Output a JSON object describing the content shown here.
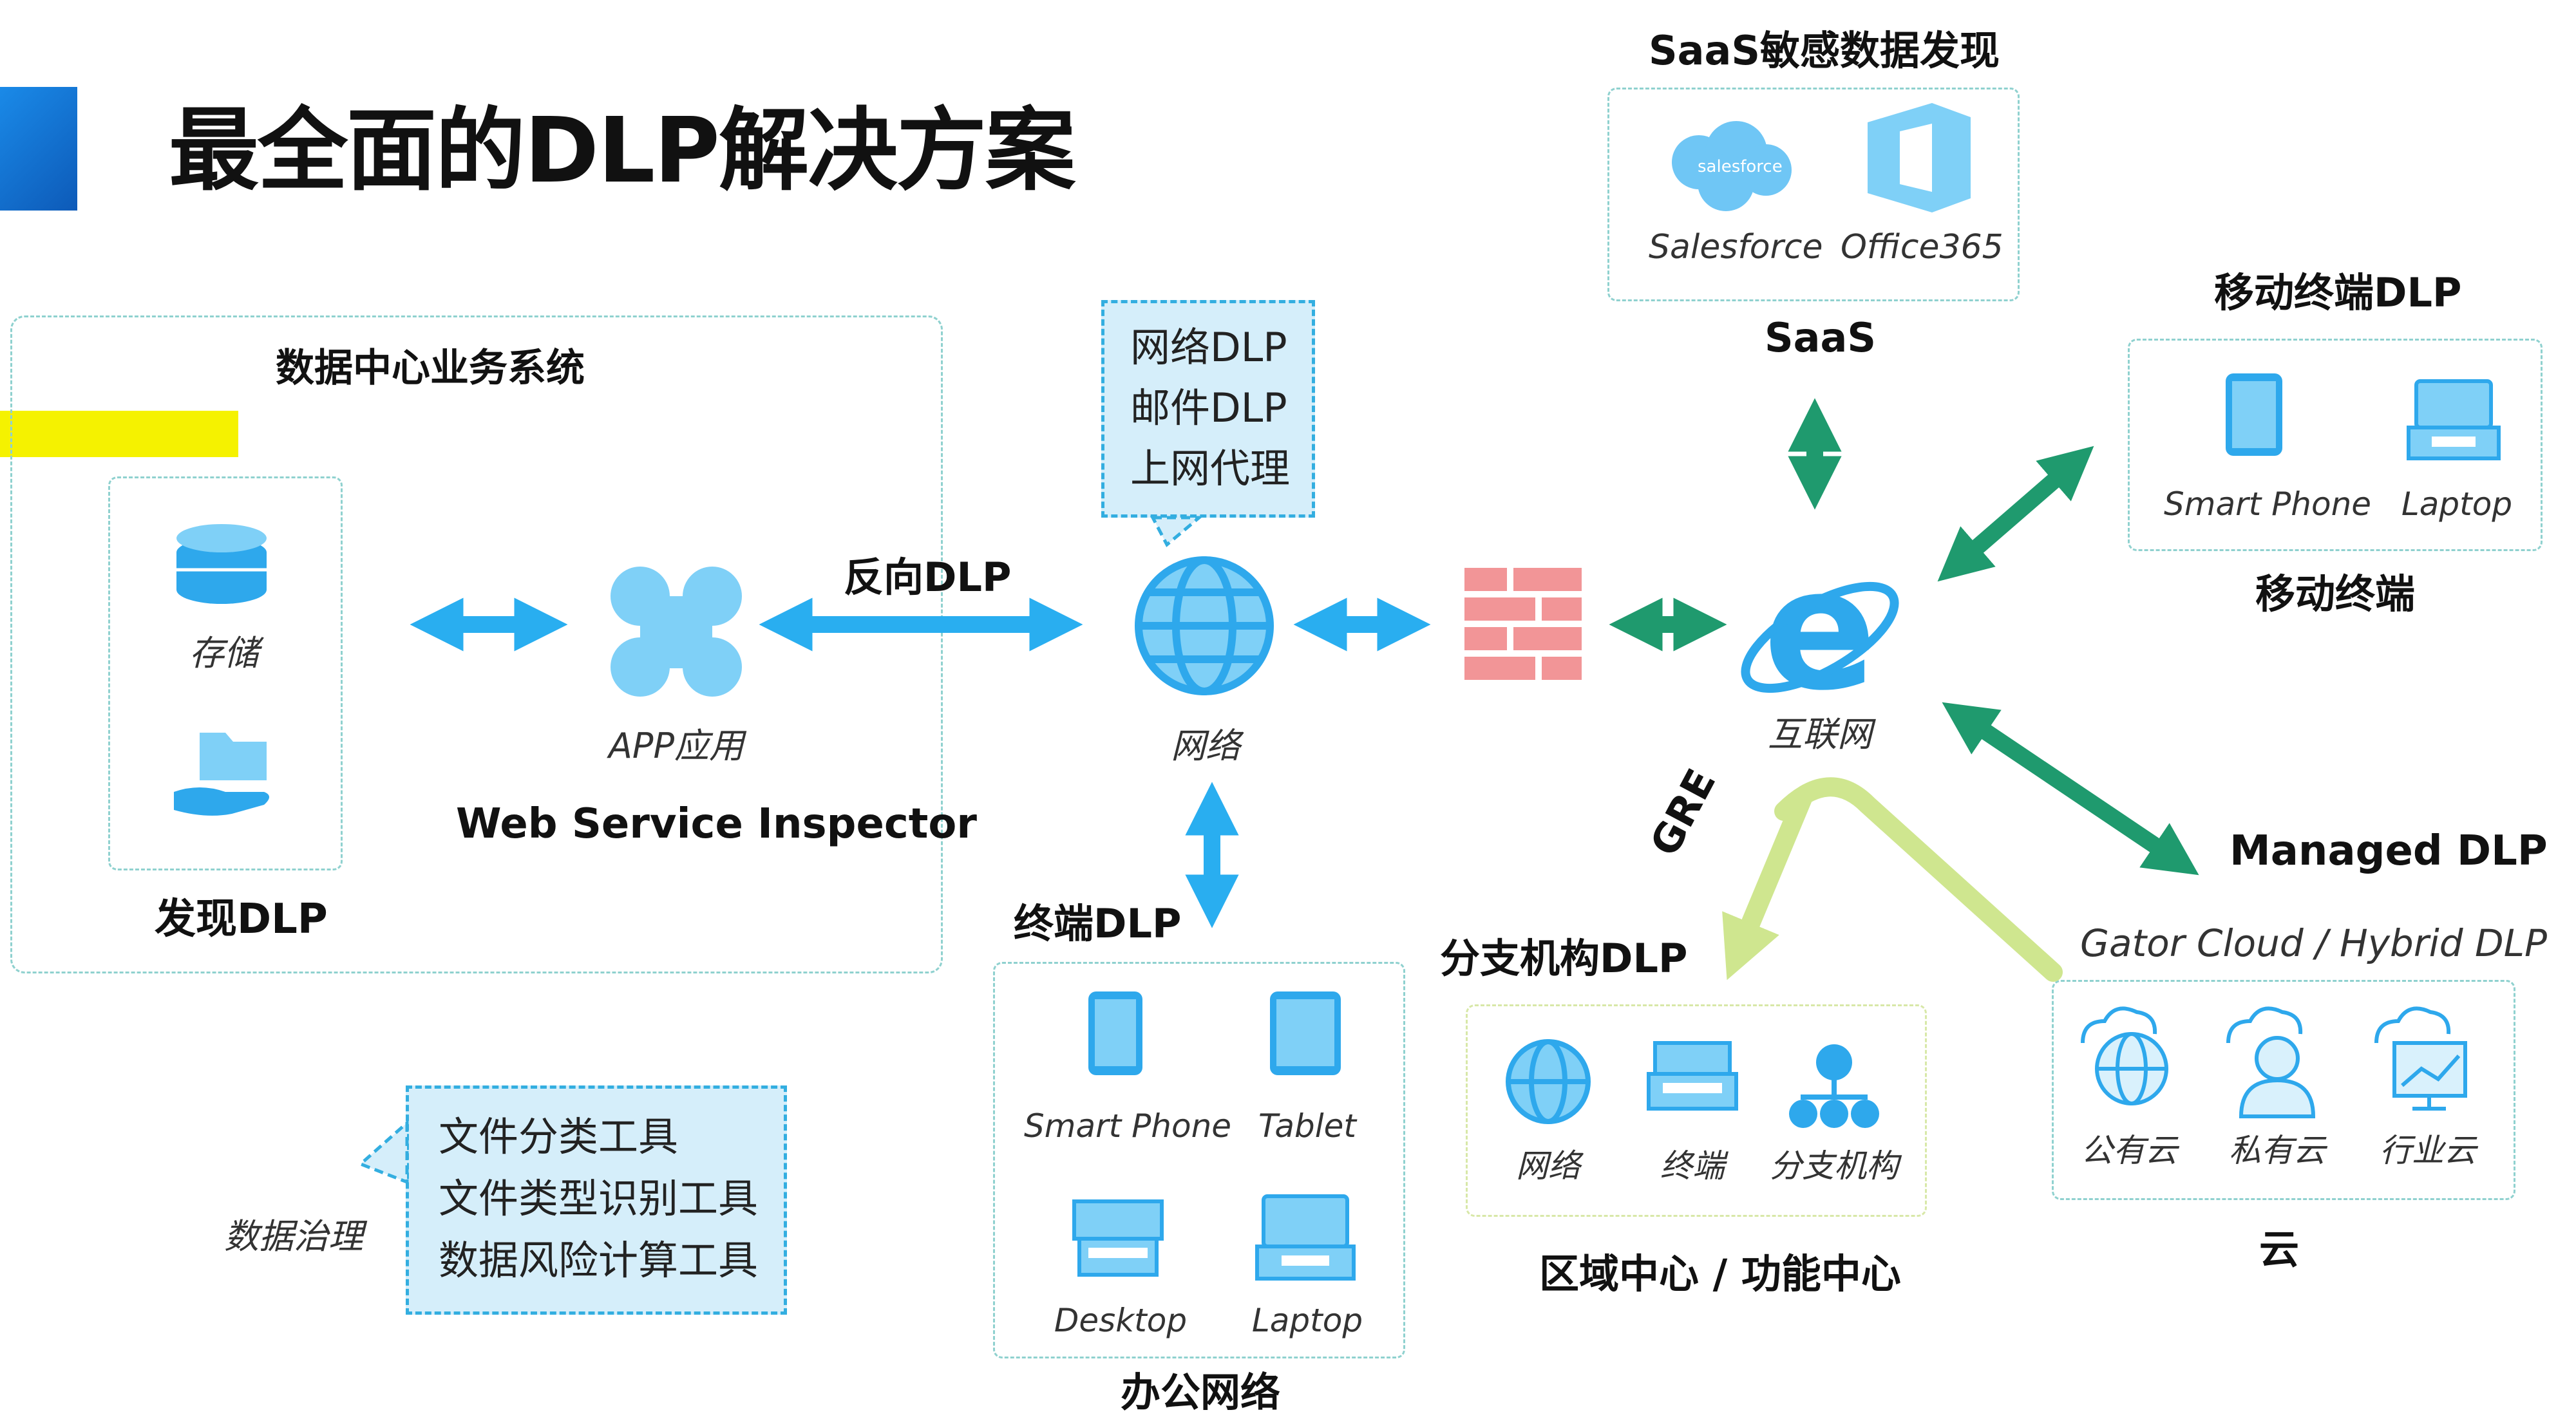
{
  "header": {
    "title": "最全面的DLP解决方案"
  },
  "datacenter": {
    "title": "数据中心业务系统",
    "storage_label": "存储",
    "discover_label": "发现DLP"
  },
  "app": {
    "label": "APP应用",
    "inspector": "Web Service Inspector"
  },
  "reverse_dlp": "反向DLP",
  "network": {
    "callout": [
      "网络DLP",
      "邮件DLP",
      "上网代理"
    ],
    "label": "网络"
  },
  "saas": {
    "title": "SaaS敏感数据发现",
    "salesforce_logo": "salesforce",
    "items": [
      "Salesforce",
      "Office365"
    ],
    "label": "SaaS"
  },
  "mobile": {
    "title": "移动终端DLP",
    "items": [
      "Smart Phone",
      "Laptop"
    ],
    "label": "移动终端"
  },
  "internet": {
    "label": "互联网"
  },
  "endpoint": {
    "title": "终端DLP",
    "items": [
      "Smart Phone",
      "Tablet",
      "Desktop",
      "Laptop"
    ],
    "label": "办公网络"
  },
  "branch": {
    "gre": "GRE",
    "title": "分支机构DLP",
    "items": [
      "网络",
      "终端",
      "分支机构"
    ],
    "label": "区域中心 / 功能中心"
  },
  "managed": {
    "title": "Managed DLP",
    "subtitle": "Gator Cloud / Hybrid DLP",
    "items": [
      "公有云",
      "私有云",
      "行业云"
    ],
    "label": "云"
  },
  "governance": {
    "label": "数据治理",
    "tools": [
      "文件分类工具",
      "文件类型识别工具",
      "数据风险计算工具"
    ]
  },
  "colors": {
    "blue_arrow": "#29aef0",
    "green_arrow": "#1f9a6e",
    "lime_arrow": "#cfe68f",
    "accent_bar": "#1679d6",
    "icon_blue": "#86d2f6",
    "firewall": "#f29597"
  }
}
